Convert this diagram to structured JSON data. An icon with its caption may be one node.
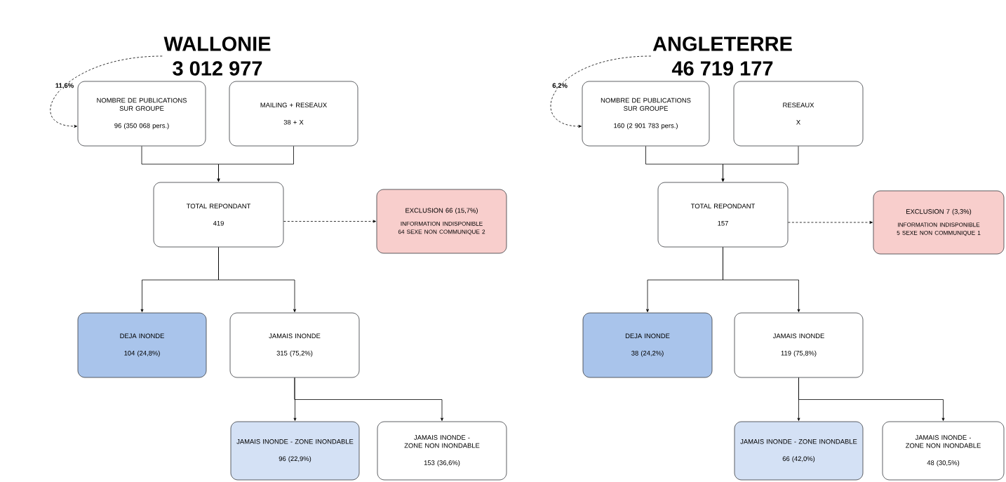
{
  "diagram": {
    "nodes": [
      {
        "text": [
          "WALLONIE",
          "3 012 977"
        ]
      },
      {
        "text": [
          "NOMBRE DE PUBLICATIONS SUR GROUPE",
          "96 (350 068 pers.)"
        ]
      },
      {
        "text": [
          "MAILING + RESEAUX",
          "38 + X"
        ]
      },
      {
        "text": [
          "TOTAL REPONDANT",
          "419"
        ]
      },
      {
        "text": [
          "EXCLUSION  66 (15,7%)",
          "INFORMATION INDISPONIBLE 64 SEXE NON COMMUNIQUE 2"
        ]
      },
      {
        "text": [
          "DEJA INONDE",
          "104 (24,8%)"
        ]
      },
      {
        "text": [
          "JAMAIS INONDE",
          "315 (75,2%)"
        ]
      },
      {
        "text": [
          "JAMAIS INONDE - ZONE INONDABLE",
          "96 (22,9%)"
        ]
      },
      {
        "text": [
          "JAMAIS INONDE - ZONE NON INONDABLE",
          "153 (36,6%)"
        ]
      },
      {
        "text": [
          "ANGLETERRE",
          "46 719 177"
        ]
      },
      {
        "text": [
          "NOMBRE DE PUBLICATIONS SUR GROUPE",
          "160 (2 901 783 pers.)"
        ]
      },
      {
        "text": [
          "RESEAUX",
          "X"
        ]
      },
      {
        "text": [
          "TOTAL REPONDANT",
          "157"
        ]
      },
      {
        "text": [
          "EXCLUSION  7 (3,3%)",
          "INFORMATION INDISPONIBLE 5 SEXE NON COMMUNIQUE 1"
        ]
      },
      {
        "text": [
          "DEJA INONDE",
          "38 (24,2%)"
        ]
      },
      {
        "text": [
          "JAMAIS INONDE",
          "119 (75,8%)"
        ]
      },
      {
        "text": [
          "JAMAIS INONDE - ZONE INONDABLE",
          "66 (42,0%)"
        ]
      },
      {
        "text": [
          "JAMAIS INONDE - ZONE NON INONDABLE",
          "48 (30,5%)"
        ]
      }
    ],
    "edges": [
      {
        "from": 0,
        "to": 1,
        "arrow": "to",
        "style": "dashed",
        "label": "11,6%"
      },
      {
        "from": 1,
        "to": 3,
        "arrow": "to"
      },
      {
        "from": 2,
        "to": 3,
        "arrow": "to"
      },
      {
        "from": 3,
        "to": 4,
        "arrow": "to",
        "style": "dashed"
      },
      {
        "from": 3,
        "to": 5,
        "arrow": "to"
      },
      {
        "from": 3,
        "to": 6,
        "arrow": "to"
      },
      {
        "from": 6,
        "to": 7,
        "arrow": "to"
      },
      {
        "from": 6,
        "to": 8,
        "arrow": "to"
      },
      {
        "from": 9,
        "to": 10,
        "arrow": "to",
        "style": "dashed",
        "label": "6,2%"
      },
      {
        "from": 10,
        "to": 12,
        "arrow": "to"
      },
      {
        "from": 11,
        "to": 12,
        "arrow": "to"
      },
      {
        "from": 12,
        "to": 13,
        "arrow": "to",
        "style": "dashed"
      },
      {
        "from": 12,
        "to": 14,
        "arrow": "to"
      },
      {
        "from": 12,
        "to": 15,
        "arrow": "to"
      },
      {
        "from": 15,
        "to": 16,
        "arrow": "to"
      },
      {
        "from": 15,
        "to": 17,
        "arrow": "to"
      }
    ]
  }
}
